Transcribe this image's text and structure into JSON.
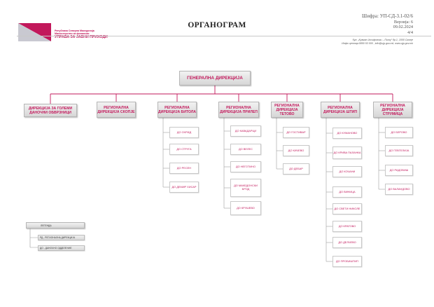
{
  "header": {
    "org_line1": "Република Северна Македонија",
    "org_line2": "Министерство за финансии",
    "org_line3": "УПРАВА ЗА ЈАВНИ ПРИХОДИ",
    "title": "ОРГАНОГРАМ",
    "code": "Шифра: УП-СД-3.1-02/6",
    "version": "Верзија: 6",
    "date": "09.02.2024",
    "page": "4/4",
    "address": "бул. „Кузман Јосифовски – Питу“ бр.1, 1000 Скопје",
    "contact": "Инфо центар:0850 53 000 , info@ujp.gov.mk, www.ujp.gov.mk",
    "brand_color": "#c2185b"
  },
  "org": {
    "top": "ГЕНЕРАЛНА ДИРЕКЦИЈА",
    "large_taxpayers": "ДИРЕКЦИЈА ЗА ГОЛЕМИ ДАНОЧНИ ОБВРЗНИЦИ",
    "regions": [
      {
        "name": "РЕГИОНАЛНА ДИРЕКЦИЈА СКОПЈЕ",
        "units": []
      },
      {
        "name": "РЕГИОНАЛНА ДИРЕКЦИЈА БИТОЛА",
        "units": [
          "ДО ОХРИД",
          "ДО СТРУГА",
          "ДО РЕСЕН",
          "ДО ДЕМИР ХИСАР"
        ]
      },
      {
        "name": "РЕГИОНАЛНА ДИРЕКЦИЈА ПРИЛЕП",
        "units": [
          "ДО КАВАДАРЦИ",
          "ДО ВЕЛЕС",
          "ДО НЕГОТИНО",
          "ДО МАКЕДОНСКИ БРОД",
          "ДО КРУШЕВО"
        ]
      },
      {
        "name": "РЕГИОНАЛНА ДИРЕКЦИЈА ТЕТОВО",
        "units": [
          "ДО ГОСТИВАР",
          "ДО КИЧЕВО",
          "ДО ДЕБАР"
        ]
      },
      {
        "name": "РЕГИОНАЛНА ДИРЕКЦИЈА ШТИП",
        "units": [
          "ДО КУМАНОВО",
          "ДО КРИВА ПАЛАНКА",
          "ДО КОЧАНИ",
          "ДО ВИНИЦА",
          "ДО СВЕТИ НИКОЛЕ",
          "ДО КРАТОВО",
          "ДО ДЕЛЧЕВО",
          "ДО ПРОБИШТИП"
        ]
      },
      {
        "name": "РЕГИОНАЛНА ДИРЕКЦИЈА СТРУМИЦА",
        "units": [
          "ДО БЕРОВО",
          "ДО ГЕВГЕЛИЈА",
          "ДО РАДОВИШ",
          "ДО ВАЛАНДОВО"
        ]
      }
    ]
  },
  "legend": {
    "title": "ЛЕГЕНДА",
    "items": [
      "РД - РЕГИОНАЛНА ДИРЕКЦИЈА",
      "ДО - ДАНОЧНО ОДДЕЛЕНИЕ"
    ]
  }
}
